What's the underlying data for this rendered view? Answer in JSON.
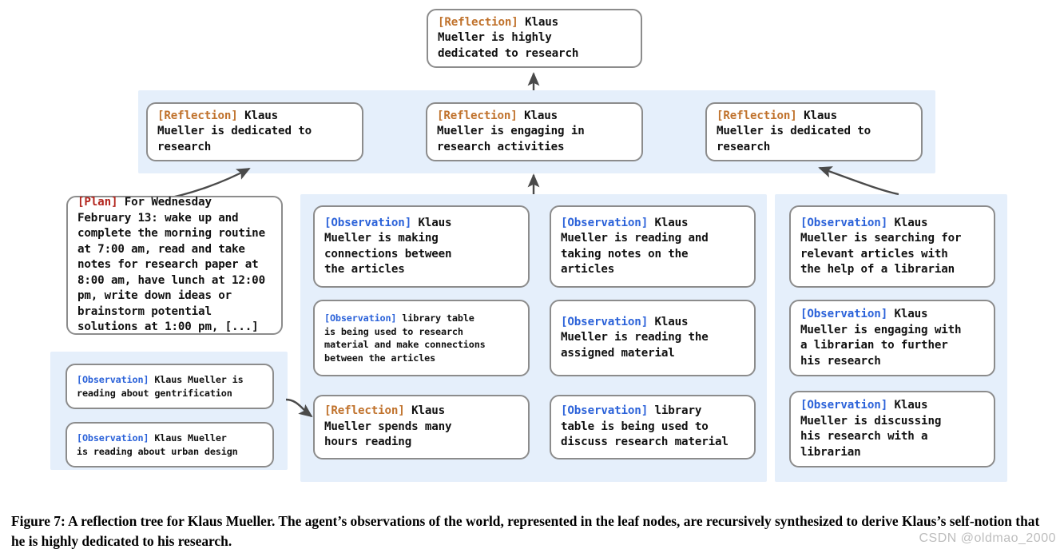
{
  "figure": {
    "caption": "Figure 7: A reflection tree for Klaus Mueller. The agent’s observations of the world, represented in the leaf nodes, are recursively synthesized to derive Klaus’s self-notion that he is highly dedicated to his research.",
    "watermark": "CSDN @oldmao_2000"
  },
  "colors": {
    "panel_background": "#e5effb",
    "node_border": "#8c8c8c",
    "node_background": "#ffffff",
    "reflection_tag": "#c0722c",
    "observation_tag": "#2b62d9",
    "plan_tag": "#b3261e",
    "arrow": "#4a4a4a",
    "page_background": "#ffffff"
  },
  "nodes": {
    "root": {
      "tag": "[Reflection]",
      "tag_type": "reflection",
      "text": " Klaus\nMueller is highly\ndedicated to research"
    },
    "reflection_left": {
      "tag": "[Reflection]",
      "tag_type": "reflection",
      "text": " Klaus\nMueller is dedicated to\nresearch"
    },
    "reflection_middle": {
      "tag": "[Reflection]",
      "tag_type": "reflection",
      "text": " Klaus\nMueller is engaging in\nresearch activities"
    },
    "reflection_right": {
      "tag": "[Reflection]",
      "tag_type": "reflection",
      "text": " Klaus\nMueller is dedicated to\nresearch"
    },
    "plan": {
      "tag": "[Plan]",
      "tag_type": "plan",
      "text": " For Wednesday\nFebruary 13: wake up and\ncomplete the morning routine\nat 7:00 am, read and take\nnotes for research paper at\n8:00 am, have lunch at 12:00\npm, write down ideas or\nbrainstorm potential\nsolutions at 1:00 pm, [...]"
    },
    "obs_gentrification": {
      "tag": "[Observation]",
      "tag_type": "observation",
      "text": " Klaus Mueller is\nreading about gentrification"
    },
    "obs_urban_design": {
      "tag": "[Observation]",
      "tag_type": "observation",
      "text": " Klaus Mueller\nis reading about urban design"
    },
    "obs_connections": {
      "tag": "[Observation]",
      "tag_type": "observation",
      "text": " Klaus\nMueller is making\nconnections between\nthe articles"
    },
    "obs_library_table_connections": {
      "tag": "[Observation]",
      "tag_type": "observation",
      "text": " library table\nis being used to research\nmaterial and make connections\nbetween the articles"
    },
    "reflection_hours_reading": {
      "tag": "[Reflection]",
      "tag_type": "reflection",
      "text": " Klaus\nMueller spends many\nhours reading"
    },
    "obs_reading_notes": {
      "tag": "[Observation]",
      "tag_type": "observation",
      "text": " Klaus\nMueller is reading and\ntaking notes on the\narticles"
    },
    "obs_assigned_material": {
      "tag": "[Observation]",
      "tag_type": "observation",
      "text": " Klaus\nMueller is reading the\nassigned material"
    },
    "obs_library_table_discuss": {
      "tag": "[Observation]",
      "tag_type": "observation",
      "text": " library\ntable is being used to\ndiscuss research material"
    },
    "obs_searching_articles": {
      "tag": "[Observation]",
      "tag_type": "observation",
      "text": " Klaus\nMueller is searching for\nrelevant articles with\nthe help of a librarian"
    },
    "obs_engaging_librarian": {
      "tag": "[Observation]",
      "tag_type": "observation",
      "text": " Klaus\nMueller is engaging with\na librarian to further\nhis research"
    },
    "obs_discussing_research": {
      "tag": "[Observation]",
      "tag_type": "observation",
      "text": " Klaus\nMueller is discussing\nhis research with a\nlibrarian"
    }
  }
}
